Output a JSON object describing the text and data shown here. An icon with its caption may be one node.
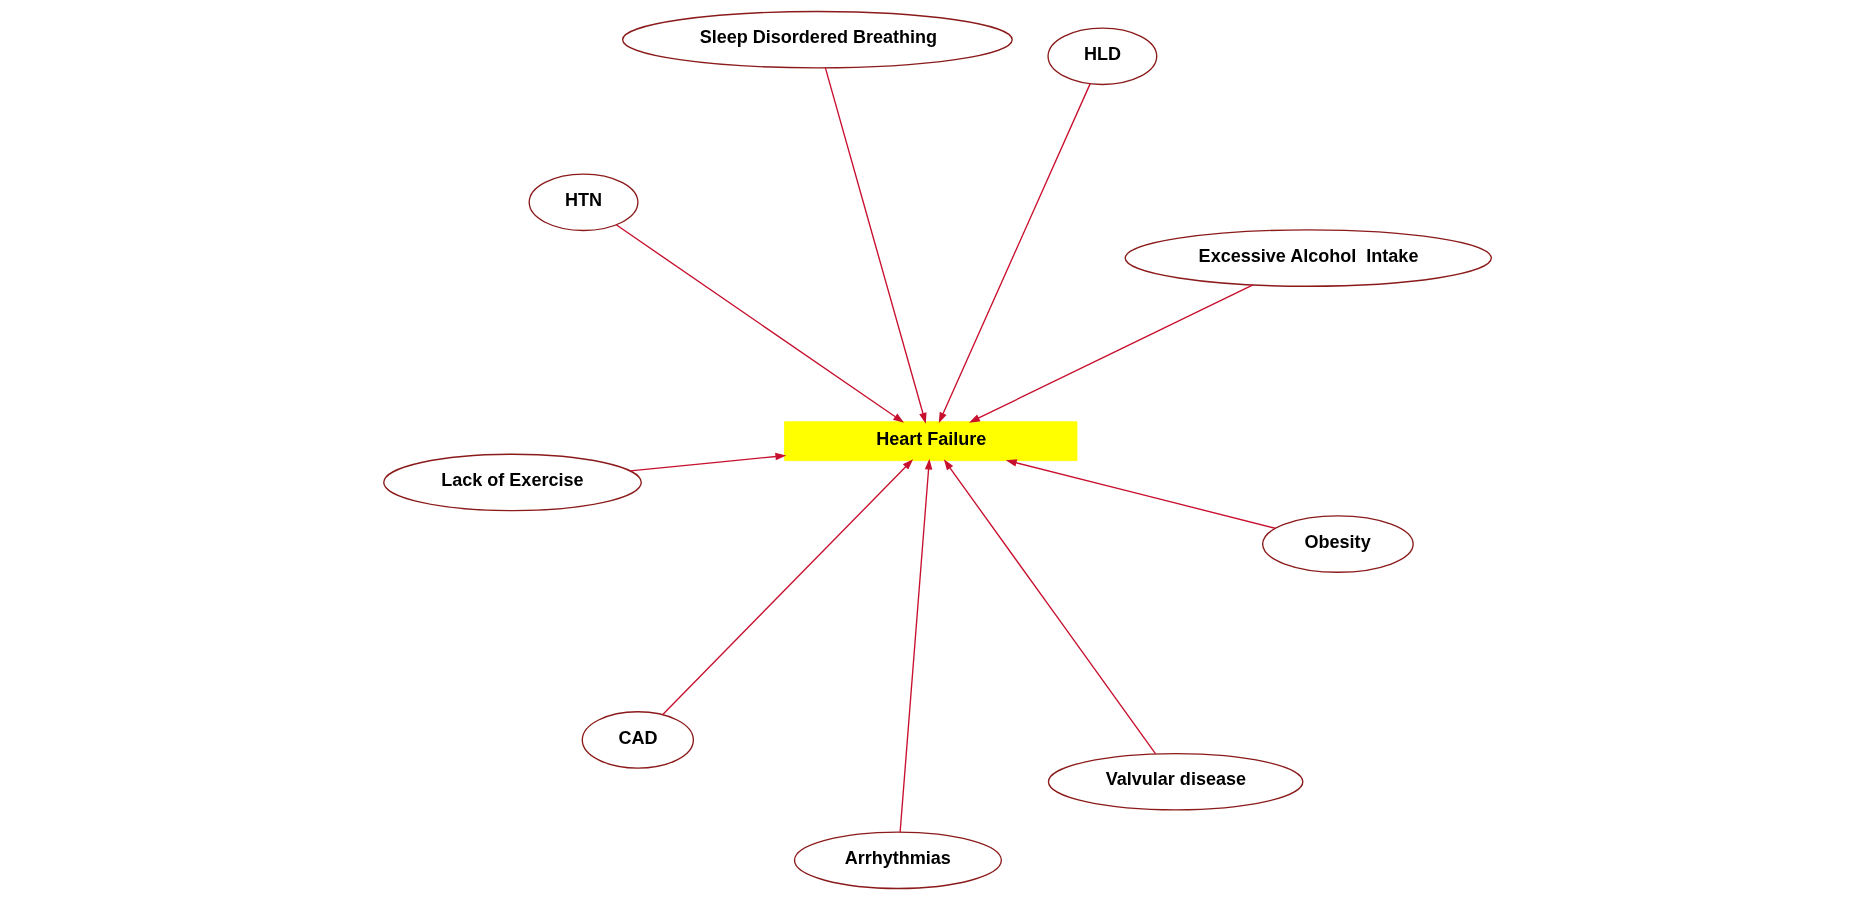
{
  "diagram": {
    "nodes": [
      {
        "text": [
          "Heart Failure"
        ]
      },
      {
        "text": [
          "Excessive Alcohol  Intake"
        ]
      },
      {
        "text": [
          "Arrhythmias"
        ]
      },
      {
        "text": [
          "HTN"
        ]
      },
      {
        "text": [
          "HLD"
        ]
      },
      {
        "text": [
          "Sleep Disordered Breathing"
        ]
      },
      {
        "text": [
          "Lack of Exercise"
        ]
      },
      {
        "text": [
          "Obesity"
        ]
      },
      {
        "text": [
          "CAD"
        ]
      },
      {
        "text": [
          "Valvular disease"
        ]
      }
    ],
    "edges": [
      {
        "from": 1,
        "to": 0,
        "arrow": "to"
      },
      {
        "from": 2,
        "to": 0,
        "arrow": "to"
      },
      {
        "from": 3,
        "to": 0,
        "arrow": "to"
      },
      {
        "from": 4,
        "to": 0,
        "arrow": "to"
      },
      {
        "from": 5,
        "to": 0,
        "arrow": "to"
      },
      {
        "from": 6,
        "to": 0,
        "arrow": "to"
      },
      {
        "from": 7,
        "to": 0,
        "arrow": "to"
      },
      {
        "from": 8,
        "to": 0,
        "arrow": "to"
      },
      {
        "from": 9,
        "to": 0,
        "arrow": "to"
      }
    ]
  }
}
